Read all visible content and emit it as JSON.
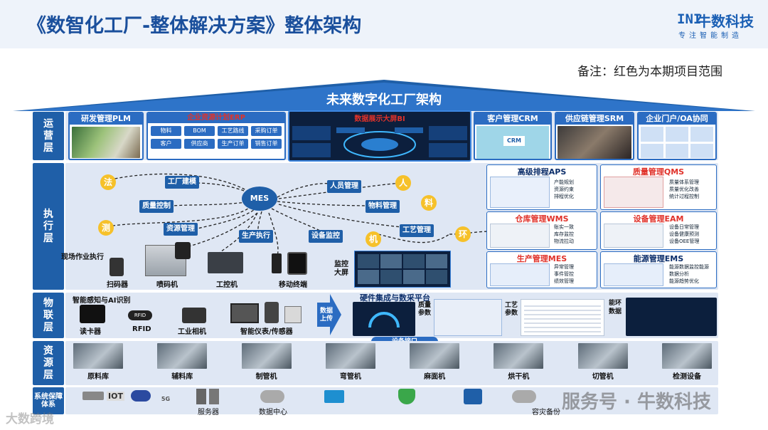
{
  "header": {
    "title": "《数智化工厂-整体解决方案》整体架构",
    "brand_mark": "INI",
    "brand_name": "牛数科技",
    "brand_slogan": "专注智能制造",
    "note": "备注：红色为本期项目范围"
  },
  "colors": {
    "primary": "#1f5fa8",
    "accent_red": "#e0322a",
    "circle": "#f6c12a",
    "layer_bg": "#dfe7f4"
  },
  "roof_title": "未来数字化工厂架构",
  "layers": {
    "operation": "运营层",
    "execution": "执行层",
    "iot": "物联层",
    "resource": "资源层",
    "support": "系统保障体系"
  },
  "operation": {
    "plm": "研发管理PLM",
    "erp": "企业资源计划ERP",
    "erp_items": [
      "物料",
      "BOM",
      "工艺路线",
      "采购订单",
      "客户",
      "供应商",
      "生产订单",
      "销售订单"
    ],
    "bigscreen": "数据展示大屏BI",
    "crm": "客户管理CRM",
    "crm_sign": "CRM",
    "srm": "供应链管理SRM",
    "oa": "企业门户/OA协同"
  },
  "execution": {
    "hub": "MES",
    "nodes": {
      "factory": "工厂建模",
      "quality": "质量控制",
      "resource": "资源管理",
      "production": "生产执行",
      "device": "设备监控",
      "staff": "人员管理",
      "material": "物料管理",
      "process": "工艺管理"
    },
    "circles": {
      "law": "法",
      "measure": "测",
      "man": "人",
      "material": "料",
      "machine": "机",
      "env": "环"
    },
    "devices": {
      "onsite": "现场作业执行",
      "scanner": "扫码器",
      "printer": "喷码机",
      "ipc": "工控机",
      "mobile": "移动终端",
      "monitor": "监控大屏"
    },
    "modules": {
      "aps": {
        "title": "高级排程APS",
        "lines": [
          "产能规划",
          "资源约束",
          "排程优化"
        ]
      },
      "qms": {
        "title": "质量管理QMS",
        "lines": [
          "质量体系管理",
          "质量优化改善",
          "统计过程控制"
        ]
      },
      "wms": {
        "title": "仓库管理WMS",
        "lines": [
          "账实一致",
          "库存监控",
          "物流拉动"
        ]
      },
      "eam": {
        "title": "设备管理EAM",
        "lines": [
          "设备日常管理",
          "设备健康预测",
          "设备OEE管理"
        ]
      },
      "mes": {
        "title": "生产管理MES",
        "lines": [
          "异常管理",
          "事件管控",
          "绩效管理"
        ]
      },
      "ems": {
        "title": "能源管理EMS",
        "lines": [
          "能源数据监控能源",
          "数据分析",
          "能源趋势优化"
        ]
      }
    }
  },
  "iot": {
    "sense": "智能感知与AI识别",
    "devices": {
      "card": "读卡器",
      "rfid": "RFID",
      "rfid_tag": "RFID",
      "camera": "工业相机",
      "meter": "智能仪表/传感器"
    },
    "data_transfer": "数据上传",
    "platform": "硬件集成与数采平台",
    "quality_params": "质量参数",
    "process_params": "工艺参数",
    "env_data": "能环数据",
    "interface": "设备接口"
  },
  "resource": {
    "items": [
      "原料库",
      "辅料库",
      "制管机",
      "弯管机",
      "麻面机",
      "烘干机",
      "切管机",
      "检测设备"
    ]
  },
  "support": {
    "iot": "IOT",
    "server": "服务器",
    "datacenter": "数据中心",
    "backup": "容灾备份",
    "sig_5g": "5G"
  },
  "watermarks": {
    "left": "大数跨境",
    "right": "服务号 · 牛数科技"
  }
}
